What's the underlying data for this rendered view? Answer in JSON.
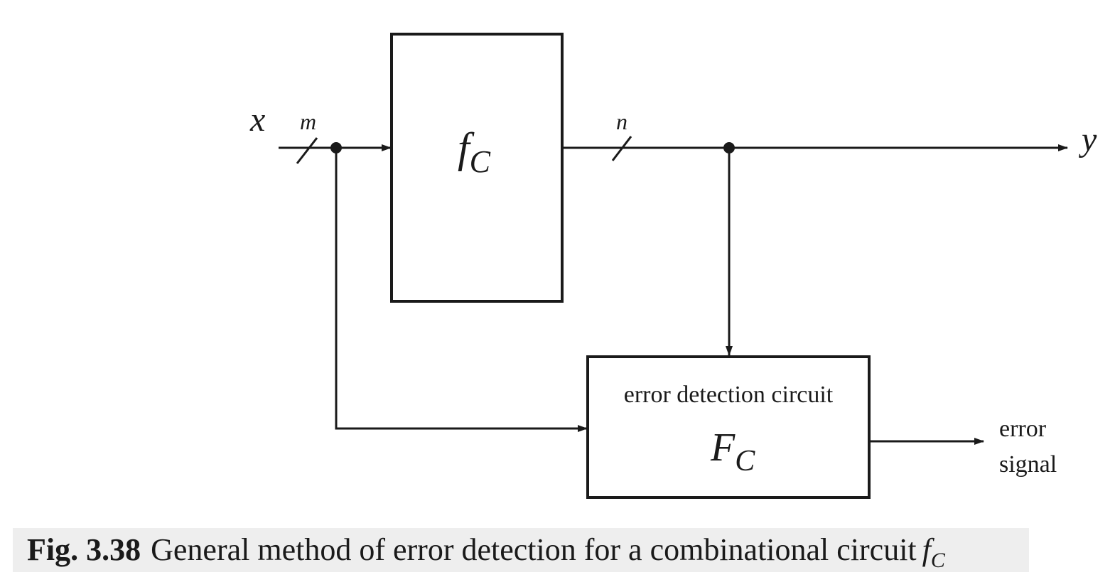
{
  "diagram": {
    "input_label": "x",
    "input_width_label": "m",
    "output_label": "y",
    "output_width_label": "n",
    "main_block": {
      "symbol": "f",
      "subscript": "C"
    },
    "detector_block": {
      "title": "error detection circuit",
      "symbol": "F",
      "subscript": "C"
    },
    "error_output": {
      "line1": "error",
      "line2": "signal"
    }
  },
  "caption": {
    "number": "Fig. 3.38",
    "text": "General method of error detection for a combinational circuit",
    "symbol": "f",
    "subscript": "C"
  }
}
